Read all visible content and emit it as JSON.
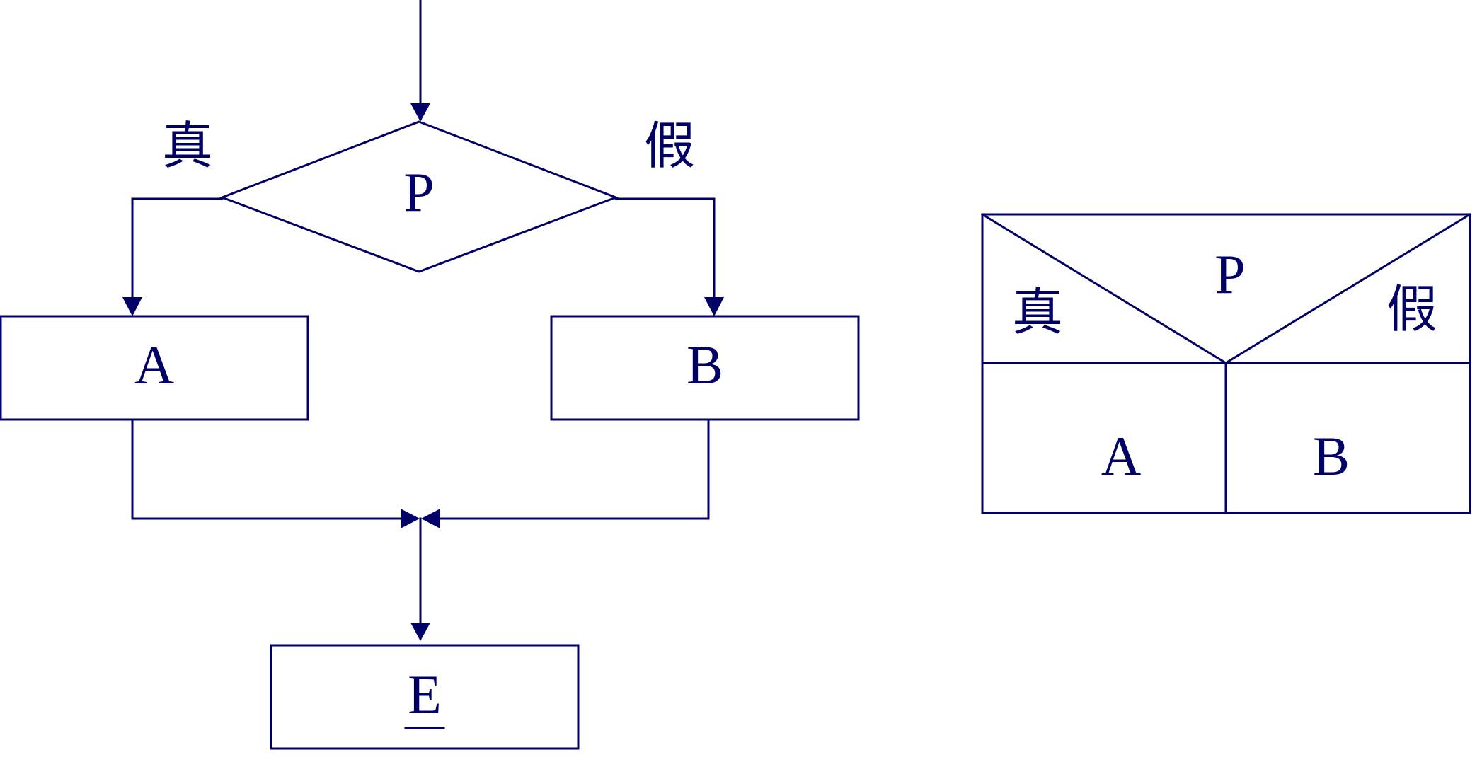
{
  "flowchart": {
    "condition": "P",
    "true_label": "真",
    "false_label": "假",
    "true_branch": "A",
    "false_branch": "B",
    "next_step": "E"
  },
  "ns_diagram": {
    "condition": "P",
    "true_label": "真",
    "false_label": "假",
    "true_branch": "A",
    "false_branch": "B"
  },
  "colors": {
    "stroke": "#000066",
    "background": "#ffffff"
  }
}
